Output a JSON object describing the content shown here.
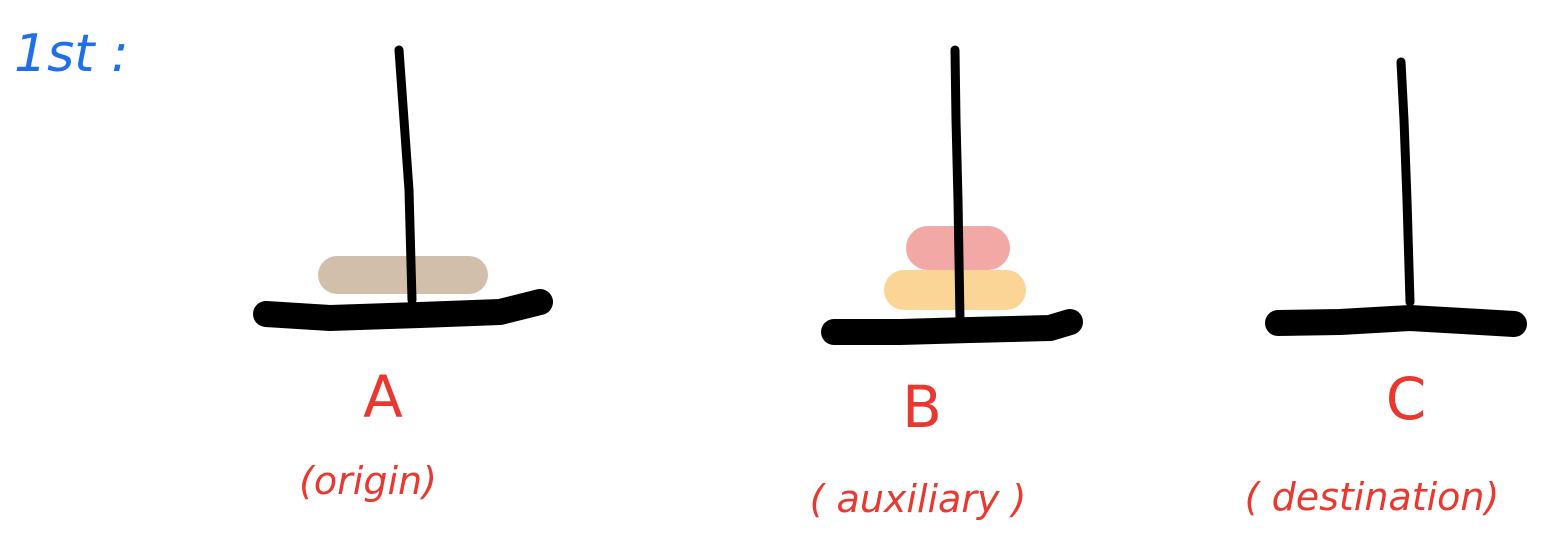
{
  "step_label": "1st :",
  "colors": {
    "step_label": "#1e6fe8",
    "peg_labels": "#e8382f",
    "rod": "#000000",
    "disk_tan": "#d2bfab",
    "disk_pink": "#f2a9a6",
    "disk_yellow": "#fbd596"
  },
  "pegs": [
    {
      "letter": "A",
      "role": "(origin)",
      "disks": [
        "disk_tan"
      ]
    },
    {
      "letter": "B",
      "role": "( auxiliary )",
      "disks": [
        "disk_pink",
        "disk_yellow"
      ]
    },
    {
      "letter": "C",
      "role": "( destination)",
      "disks": []
    }
  ]
}
